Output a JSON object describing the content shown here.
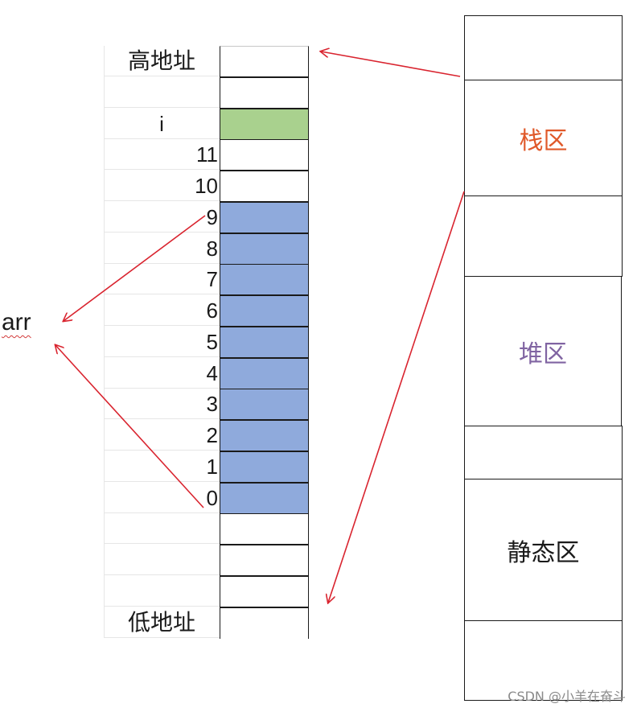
{
  "memory_table": {
    "rows": [
      {
        "label": "高地址",
        "fill": "none",
        "align": "center"
      },
      {
        "label": "",
        "fill": "none",
        "align": "right"
      },
      {
        "label": "i",
        "fill": "#a9d18e",
        "align": "center"
      },
      {
        "label": "11",
        "fill": "none",
        "align": "right"
      },
      {
        "label": "10",
        "fill": "none",
        "align": "right"
      },
      {
        "label": "9",
        "fill": "#8faadc",
        "align": "right"
      },
      {
        "label": "8",
        "fill": "#8faadc",
        "align": "right"
      },
      {
        "label": "7",
        "fill": "#8faadc",
        "align": "right"
      },
      {
        "label": "6",
        "fill": "#8faadc",
        "align": "right"
      },
      {
        "label": "5",
        "fill": "#8faadc",
        "align": "right"
      },
      {
        "label": "4",
        "fill": "#8faadc",
        "align": "right"
      },
      {
        "label": "3",
        "fill": "#8faadc",
        "align": "right"
      },
      {
        "label": "2",
        "fill": "#8faadc",
        "align": "right"
      },
      {
        "label": "1",
        "fill": "#8faadc",
        "align": "right"
      },
      {
        "label": "0",
        "fill": "#8faadc",
        "align": "right"
      },
      {
        "label": "",
        "fill": "none",
        "align": "right"
      },
      {
        "label": "",
        "fill": "none",
        "align": "right"
      },
      {
        "label": "",
        "fill": "none",
        "align": "right"
      },
      {
        "label": "低地址",
        "fill": "none",
        "align": "center"
      }
    ]
  },
  "array_label": "arr",
  "regions": [
    {
      "label": "",
      "color": "#1a1a1a"
    },
    {
      "label": "栈区",
      "color": "#e0592a"
    },
    {
      "label": "",
      "color": "#1a1a1a"
    },
    {
      "label": "堆区",
      "color": "#8064a2"
    },
    {
      "label": "",
      "color": "#1a1a1a"
    },
    {
      "label": "静态区",
      "color": "#1a1a1a"
    },
    {
      "label": "",
      "color": "#1a1a1a"
    }
  ],
  "arrow_color": "#d9242f",
  "watermark": "CSDN @小羊在奋斗"
}
